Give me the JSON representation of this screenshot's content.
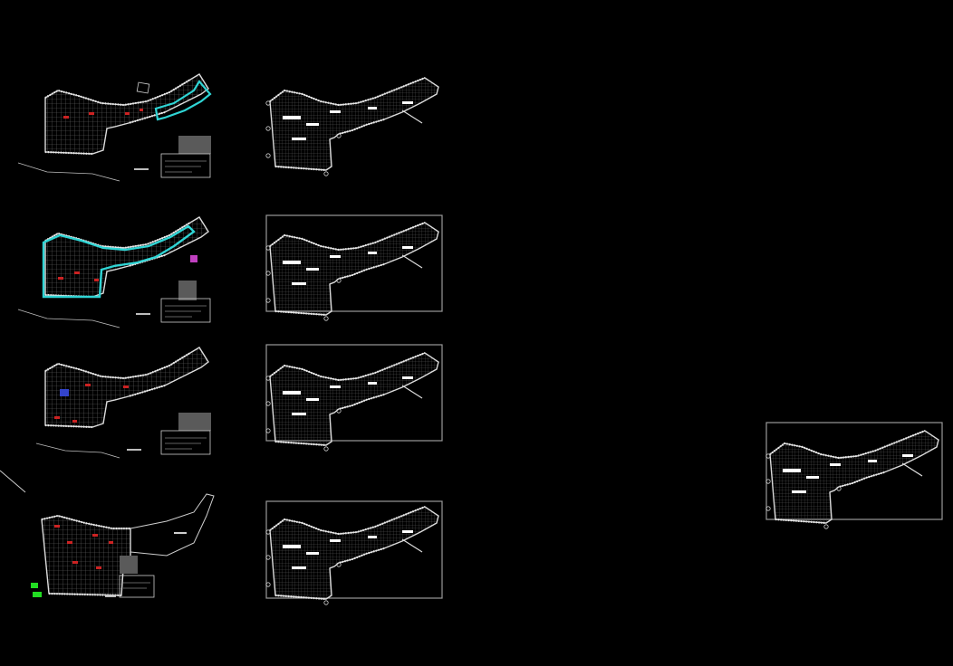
{
  "drawing": {
    "background": "#000000",
    "colors": {
      "outline": "#dcdcdc",
      "grid": "#6a6a6a",
      "frame": "#9a9a9a",
      "highlight_cyan": "#2fd5d5",
      "hatch_red": "#cc2222",
      "highlight_magenta": "#c040c0",
      "hatch_blue": "#3344cc",
      "marker_green": "#22dd22"
    },
    "left_column": [
      {
        "id": "plan-1",
        "highlight": "cyan-east"
      },
      {
        "id": "plan-2",
        "highlight": "cyan-west"
      },
      {
        "id": "plan-3",
        "highlight": "none"
      },
      {
        "id": "plan-4",
        "highlight": "green-marker"
      }
    ],
    "middle_column": [
      {
        "id": "detail-1",
        "framed": false
      },
      {
        "id": "detail-2",
        "framed": true
      },
      {
        "id": "detail-3",
        "framed": true
      },
      {
        "id": "detail-4",
        "framed": true
      }
    ],
    "right_detail": {
      "id": "detail-right",
      "framed": true
    }
  }
}
